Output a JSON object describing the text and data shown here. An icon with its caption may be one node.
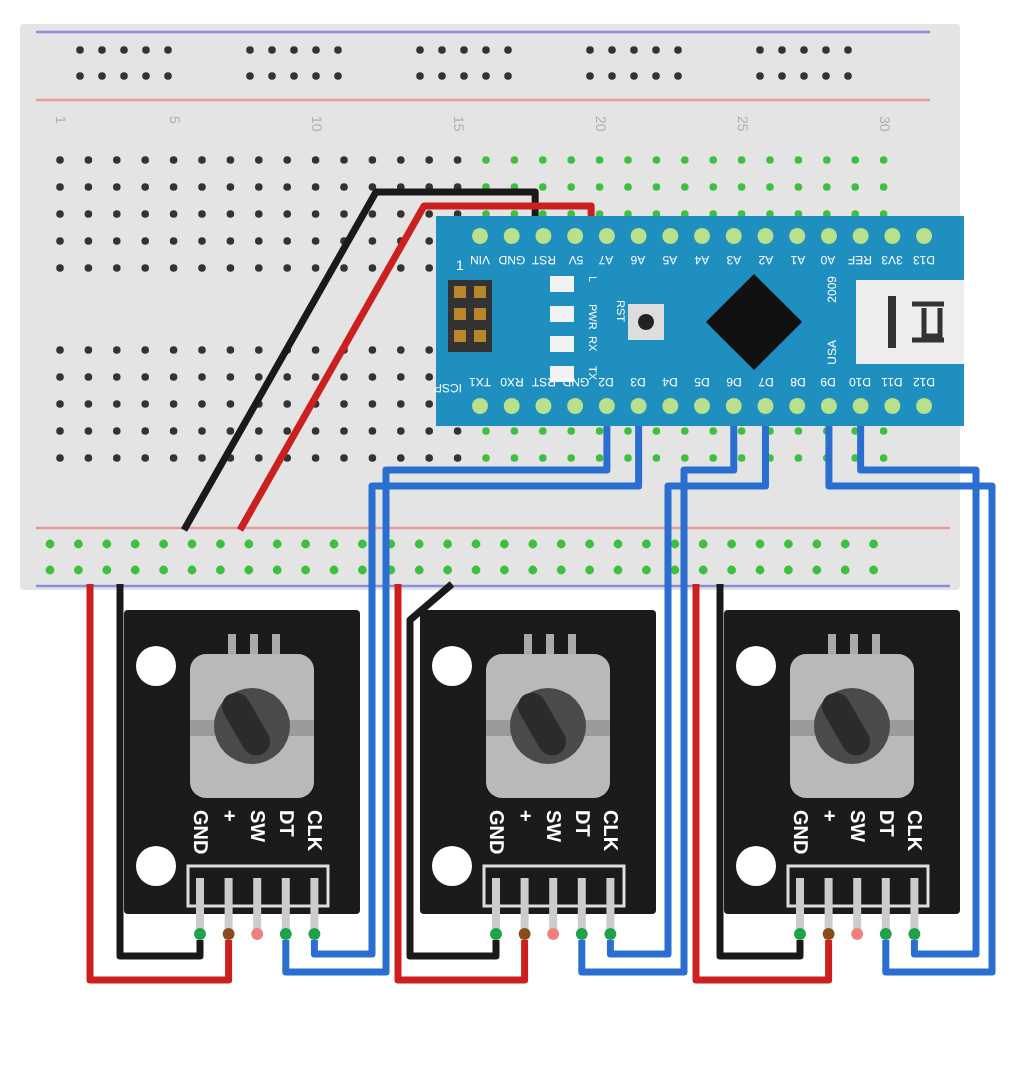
{
  "diagram": {
    "nodes": [
      {
        "text": [],
        "shape": "box"
      },
      {
        "text": [
          "VIN",
          "GND",
          "RST",
          "5V",
          "A7",
          "A6",
          "A5",
          "A4",
          "A3",
          "A2",
          "A1",
          "A0",
          "REF",
          "3V3",
          "D13",
          "TX1",
          "RX0",
          "RST",
          "GND",
          "D2",
          "D3",
          "D4",
          "D5",
          "D6",
          "D7",
          "D8",
          "D9",
          "D10",
          "D11",
          "D12",
          "ICSP",
          "1",
          "L",
          "PWR",
          "RX",
          "TX",
          "RST",
          "2009",
          "USA"
        ],
        "in": 0
      },
      {
        "text": [],
        "shape": "bar",
        "in": 0
      },
      {
        "text": [],
        "shape": "bar",
        "in": 0
      },
      {
        "text": [],
        "shape": "bar",
        "in": 0
      },
      {
        "text": [
          "GND",
          "+",
          "SW",
          "DT",
          "CLK"
        ]
      },
      {
        "text": [
          "GND",
          "+",
          "SW",
          "DT",
          "CLK"
        ]
      },
      {
        "text": [
          "GND",
          "+",
          "SW",
          "DT",
          "CLK"
        ]
      }
    ],
    "edges": [
      {
        "from": 1,
        "to": 2,
        "arrow": "none",
        "color": "#1a1a1a"
      },
      {
        "from": 1,
        "to": 2,
        "arrow": "none",
        "color": "#cc1f1f"
      },
      {
        "from": 2,
        "to": 5,
        "arrow": "none",
        "color": "#cc1f1f"
      },
      {
        "from": 2,
        "to": 5,
        "arrow": "none",
        "color": "#1a1a1a"
      },
      {
        "from": 1,
        "to": 5,
        "arrow": "none"
      },
      {
        "from": 1,
        "to": 5,
        "arrow": "none"
      },
      {
        "from": 3,
        "to": 6,
        "arrow": "none",
        "color": "#cc1f1f"
      },
      {
        "from": 3,
        "to": 6,
        "arrow": "none",
        "color": "#1a1a1a"
      },
      {
        "from": 1,
        "to": 6,
        "arrow": "none"
      },
      {
        "from": 1,
        "to": 6,
        "arrow": "none"
      },
      {
        "from": 4,
        "to": 7,
        "arrow": "none",
        "color": "#cc1f1f"
      },
      {
        "from": 4,
        "to": 7,
        "arrow": "none",
        "color": "#1a1a1a"
      },
      {
        "from": 1,
        "to": 7,
        "arrow": "none"
      },
      {
        "from": 1,
        "to": 7,
        "arrow": "none"
      }
    ],
    "labels": [
      "1",
      "5",
      "10",
      "15",
      "20",
      "25",
      "30"
    ]
  }
}
